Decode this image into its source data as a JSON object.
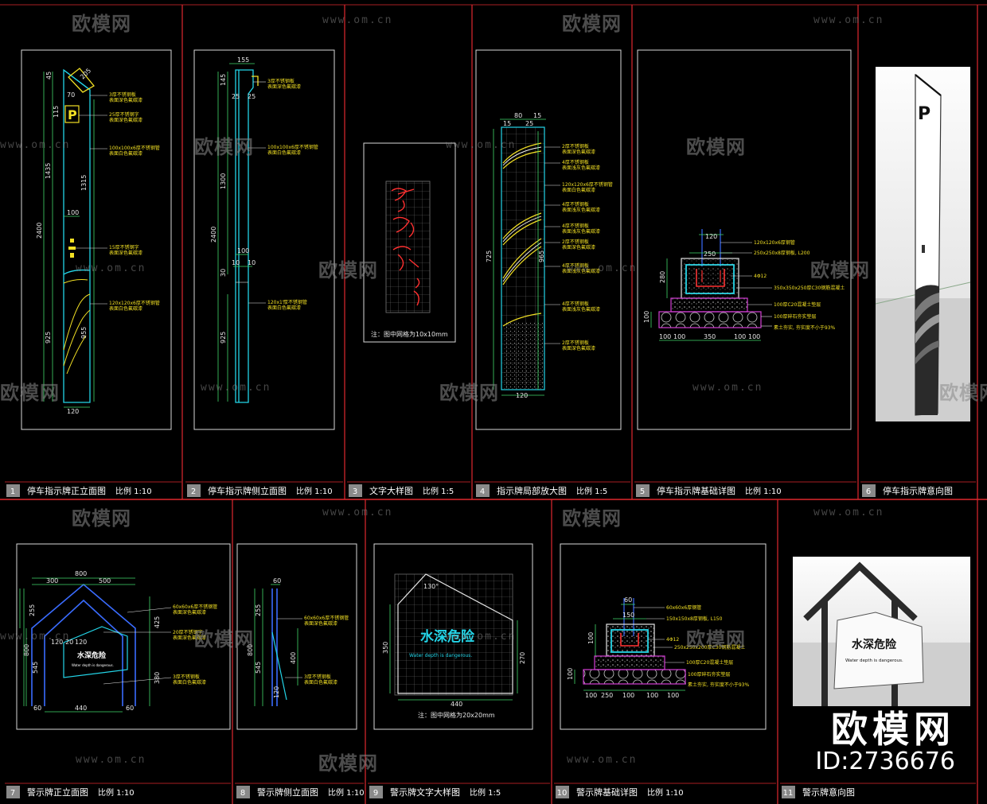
{
  "panels": [
    {
      "num": "1",
      "title": "停车指示牌正立面图",
      "scale": "比例 1:10"
    },
    {
      "num": "2",
      "title": "停车指示牌侧立面图",
      "scale": "比例 1:10"
    },
    {
      "num": "3",
      "title": "文字大样图",
      "scale": "比例 1:5"
    },
    {
      "num": "4",
      "title": "指示牌局部放大图",
      "scale": "比例 1:5"
    },
    {
      "num": "5",
      "title": "停车指示牌基础详图",
      "scale": "比例 1:10"
    },
    {
      "num": "6",
      "title": "停车指示牌意向图",
      "scale": ""
    },
    {
      "num": "7",
      "title": "警示牌正立面图",
      "scale": "比例 1:10"
    },
    {
      "num": "8",
      "title": "警示牌侧立面图",
      "scale": "比例 1:10"
    },
    {
      "num": "9",
      "title": "警示牌文字大样图",
      "scale": "比例 1:5"
    },
    {
      "num": "10",
      "title": "警示牌基础详图",
      "scale": "比例 1:10"
    },
    {
      "num": "11",
      "title": "警示牌意向图",
      "scale": ""
    }
  ],
  "watermark": {
    "brand": "欧模网",
    "url": "www.om.cn",
    "id": "ID:2736676"
  },
  "p1": {
    "sign_letter": "P",
    "dims": [
      "2400",
      "1435",
      "925",
      "1315",
      "955",
      "120",
      "100",
      "70",
      "115",
      "205",
      "45"
    ],
    "notes": [
      "3厚不锈钢板",
      "表面深色氟碳漆",
      "25厚不锈钢字",
      "表面深色氟碳漆",
      "100x100x6厚不锈钢管",
      "表面白色氟碳漆",
      "15厚不锈钢字",
      "表面深色氟碳漆",
      "120x120x6厚不锈钢管",
      "表面白色氟碳漆"
    ]
  },
  "p2": {
    "dims": [
      "155",
      "145",
      "25",
      "25",
      "1300",
      "2400",
      "100",
      "10",
      "10",
      "30",
      "925"
    ],
    "notes": [
      "3厚不锈钢板",
      "表面深色氟碳漆",
      "100x100x6厚不锈钢管",
      "表面白色氟碳漆",
      "120x1\"",
      "厚不锈钢管",
      "表面白色氟碳漆"
    ]
  },
  "p3": {
    "note": "注：图中网格为10x10mm"
  },
  "p4": {
    "dims": [
      "15",
      "80",
      "25",
      "15",
      "725",
      "965",
      "120"
    ],
    "notes": [
      "2厚不锈钢板",
      "表面深色氟碳漆",
      "4厚不锈钢板",
      "表面浅灰色氟碳漆",
      "120x120x6厚不锈钢管",
      "表面白色氟碳漆",
      "4厚不锈钢板",
      "表面浅灰色氟碳漆",
      "4厚不锈钢板",
      "表面浅灰色氟碳漆",
      "2厚不锈钢板",
      "表面深色氟碳漆",
      "4厚不锈钢板",
      "表面浅灰色氟碳漆",
      "4厚不锈钢板",
      "表面浅灰色氟碳漆",
      "2厚不锈钢板",
      "表面深色氟碳漆"
    ]
  },
  "p5": {
    "dims": [
      "120",
      "250",
      "280",
      "100",
      "100",
      "100",
      "350",
      "100",
      "100"
    ],
    "notes": [
      "120x120x6厚钢管",
      "250x250x8厚钢板, L200",
      "4Φ12",
      "350x350x250厚C30钢筋混凝土",
      "100厚C20混凝土垫层",
      "100厚碎石夯实垫层",
      "素土夯实, 夯实度不小于93%"
    ]
  },
  "p7": {
    "dims": [
      "800",
      "300",
      "500",
      "255",
      "425",
      "800",
      "545",
      "120",
      "20",
      "120",
      "380",
      "440",
      "60",
      "60"
    ],
    "sign_text": "水深危险",
    "sign_sub": "Water depth is dangerous.",
    "notes": [
      "60x60x6厚不锈钢管",
      "表面深色氟碳漆",
      "20厚不锈钢字",
      "表面深色氟碳漆",
      "3厚不锈钢板",
      "表面白色氟碳漆"
    ]
  },
  "p8": {
    "dims": [
      "60",
      "255",
      "800",
      "545",
      "400",
      "120"
    ],
    "notes": [
      "60x60x6厚不锈钢管",
      "表面深色氟碳漆",
      "3厚不锈钢板",
      "表面白色氟碳漆"
    ]
  },
  "p9": {
    "dims": [
      "130°",
      "350",
      "270",
      "440"
    ],
    "sign_text": "水深危险",
    "sign_sub": "Water depth is dangerous.",
    "note": "注：图中网格为20x20mm"
  },
  "p10": {
    "dims": [
      "60",
      "150",
      "100",
      "100",
      "100",
      "250",
      "100",
      "100",
      "100"
    ],
    "notes": [
      "60x60x6厚钢管",
      "150x150x8厚钢板, L150",
      "4Φ12",
      "250x250x200厚C30钢筋混凝土",
      "100厚C20混凝土垫层",
      "100厚碎石夯实垫层",
      "素土夯实, 夯实度不小于93%"
    ]
  },
  "p11": {
    "sign_text": "水深危险",
    "sign_sub": "Water depth is dangerous."
  },
  "colors": {
    "frame_red": "#e0282e",
    "panel_border": "#d8d8d8",
    "cyan": "#23d5e8",
    "yellow": "#f2e024",
    "dim_green": "#40d86a",
    "magenta": "#d43ed6",
    "red_line": "#ff3030",
    "blue": "#3a6cff"
  }
}
